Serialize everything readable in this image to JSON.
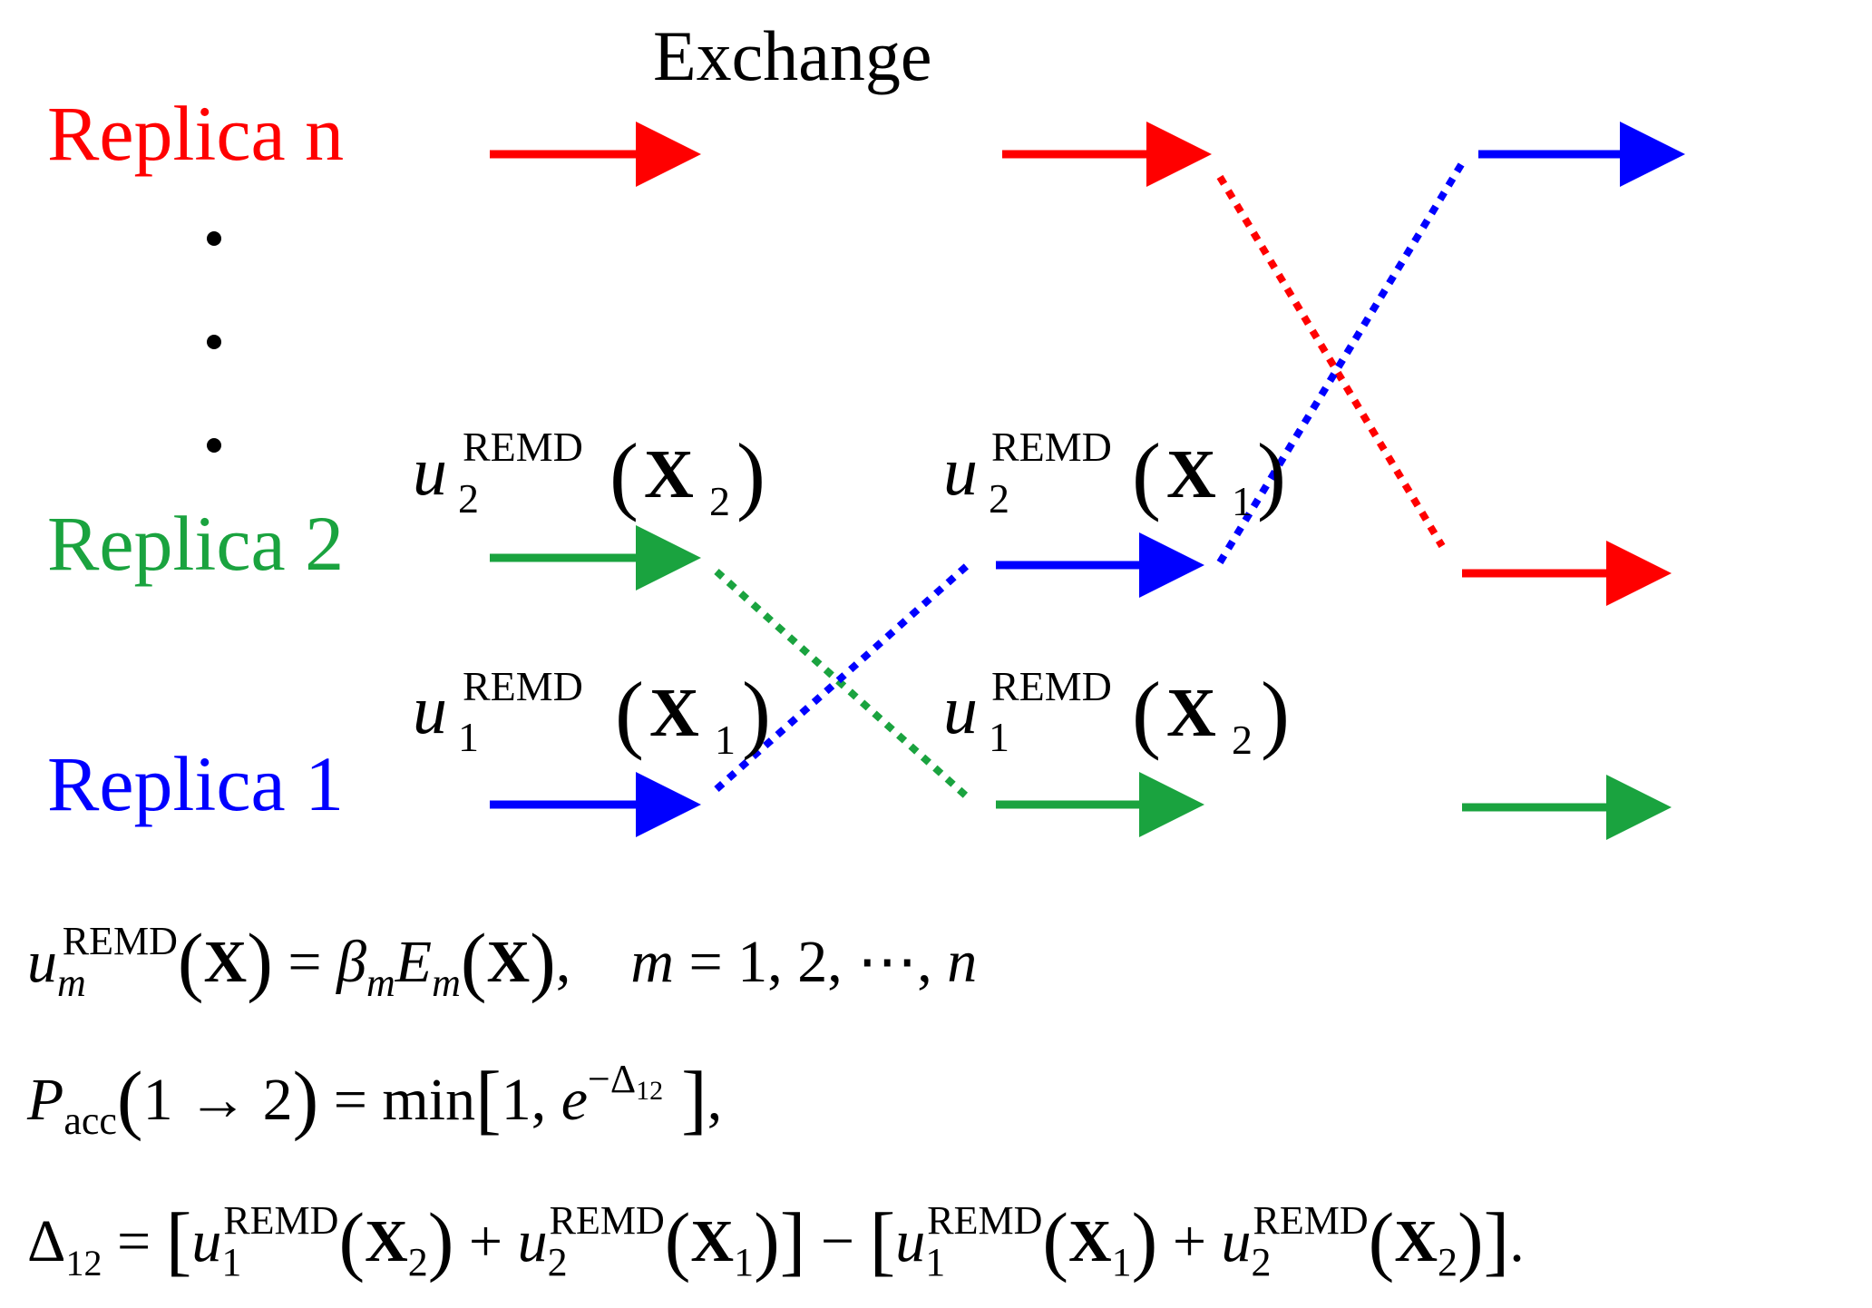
{
  "header": {
    "exchange_label": "Exchange"
  },
  "replicas": {
    "n": "Replica n",
    "two": "Replica 2",
    "one": "Replica 1",
    "dot": "•"
  },
  "colors": {
    "replica_n": "#ff0000",
    "replica_2": "#1aa33f",
    "replica_1": "#0000ff"
  },
  "labels": {
    "u": "u",
    "sup_remd": "REMD",
    "X": "X",
    "lpar": "(",
    "rpar": ")",
    "idx1": "1",
    "idx2": "2"
  },
  "equations": {
    "line1": {
      "u": "u",
      "sub_m": "m",
      "sup": "REMD",
      "lpar": "(",
      "X": "X",
      "rpar": ")",
      "eq": " = ",
      "beta": "β",
      "E": "E",
      "m": "m",
      "tail": ",    ",
      "m2": "m",
      "range": " = 1, 2, ⋯, ",
      "n": "n"
    },
    "line2": {
      "P": "P",
      "acc": "acc",
      "lpar": "(",
      "arg": "1 → 2",
      "rpar": ")",
      "eq": " = min",
      "lbr": "[",
      "one": "1, ",
      "e": "e",
      "sup": "−Δ",
      "sup_sub": "12",
      "rbr": "]",
      "tail": ","
    },
    "line3": {
      "delta": "Δ",
      "delta_sub": "12",
      "eq": " = ",
      "lbr": "[",
      "u": "u",
      "sup": "REMD",
      "i1": "1",
      "i2": "2",
      "lpar": "(",
      "X": "X",
      "rpar": ")",
      "plus": " + ",
      "rbr": "]",
      "minus": " − ",
      "end": "."
    }
  }
}
